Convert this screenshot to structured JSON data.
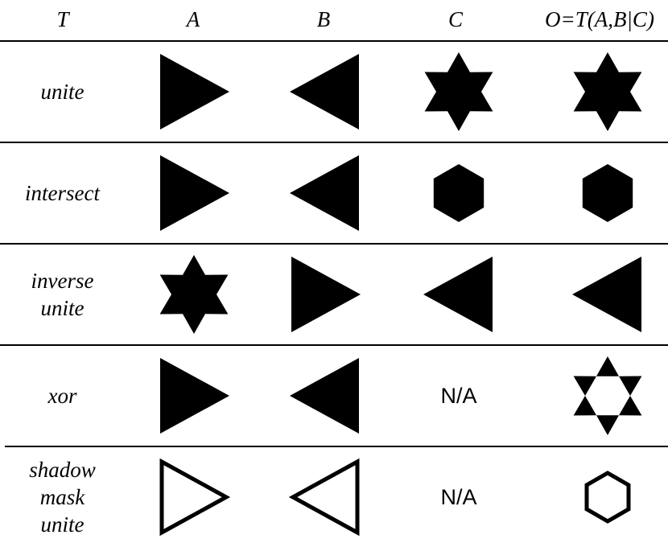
{
  "headers": {
    "t": "T",
    "a": "A",
    "b": "B",
    "c": "C",
    "o": "O=T(A,B|C)"
  },
  "not_available": "N/A",
  "shape_fill": "#000000",
  "rows": [
    {
      "label_lines": [
        "unite"
      ],
      "a": "triangle-right-filled",
      "b": "triangle-left-filled",
      "c": "star-filled",
      "o": "star-filled"
    },
    {
      "label_lines": [
        "intersect"
      ],
      "a": "triangle-right-filled",
      "b": "triangle-left-filled",
      "c": "hexagon-filled",
      "o": "hexagon-filled"
    },
    {
      "label_lines": [
        "inverse",
        "unite"
      ],
      "a": "star-filled",
      "b": "triangle-right-filled",
      "c": "triangle-left-filled",
      "o": "triangle-left-filled"
    },
    {
      "label_lines": [
        "xor"
      ],
      "a": "triangle-right-filled",
      "b": "triangle-left-filled",
      "c": "N/A",
      "o": "star-tips"
    },
    {
      "label_lines": [
        "shadow",
        "mask",
        "unite"
      ],
      "a": "triangle-right-outline",
      "b": "triangle-left-outline",
      "c": "N/A",
      "o": "hexagon-outline"
    }
  ]
}
